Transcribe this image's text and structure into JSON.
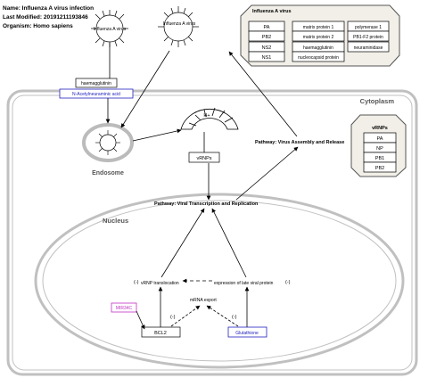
{
  "header": {
    "name": "Name: Influenza A virus infection",
    "modified": "Last Modified: 20191211193846",
    "organism": "Organism: Homo sapiens"
  },
  "labels": {
    "virus_left": "Influenza A virus",
    "virus_right": "Influenza A virus",
    "influenza_box_title": "Influenza A virus",
    "cytoplasm": "Cytoplasm",
    "endosome": "Endosome",
    "nucleus": "Nucleus",
    "hplus": "H+",
    "vrnps_box": "vRNPs",
    "vrnps_panel_title": "vRNPs",
    "haemagglutinin": "haemagglutinin",
    "nana": "N-Acetylneuraminic acid",
    "pathway_assembly": "Pathway: Virus Assembly and Release",
    "pathway_transcription": "Pathway: Viral Transcription and Replication",
    "vrnp_translocation": "vRNP translocation",
    "late_viral_protein": "expression of late viral protein",
    "mrna_export": "mRNA export",
    "mir34c": "MIR34C",
    "bcl2": "BCL2",
    "glutathione": "Glutathione",
    "minus": "(-)"
  },
  "proteins": {
    "col1": [
      "PA",
      "PB2",
      "NS2",
      "NS1"
    ],
    "col2": [
      "matrix protein 1",
      "matrix protein 2",
      "haemagglutinin",
      "nucleocapsid protein"
    ],
    "col3": [
      "polymerase 1",
      "PB1-F2 protein",
      "neuraminidase"
    ]
  },
  "vrnps_items": [
    "PA",
    "NP",
    "PB1",
    "PB2"
  ],
  "colors": {
    "line": "#000000",
    "compartment": "#c0c0c0",
    "panel_fill": "#f1efe7",
    "link_blue": "#2020c0",
    "mirna_purple": "#c030c0"
  }
}
